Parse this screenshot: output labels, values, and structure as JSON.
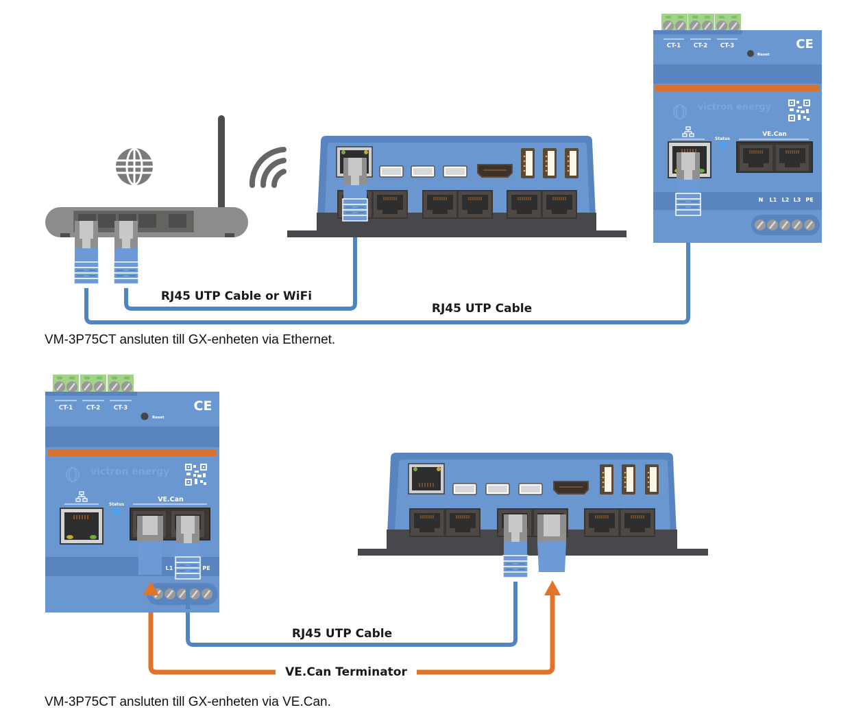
{
  "colors": {
    "device_blue": "#6b97d1",
    "device_blue_dark": "#5a84c0",
    "cable_blue": "#4f86c0",
    "plug_blue": "#6d9ad6",
    "orange": "#e2742a",
    "device_dark": "#47484b",
    "router_grey": "#8c8c8c",
    "terminal_green": "#a3d28a"
  },
  "diagram1": {
    "router": {
      "globe_icon": "globe-icon",
      "wifi_icon": "wifi-icon"
    },
    "cable_labels": {
      "router_to_gx": "RJ45 UTP Cable or WiFi",
      "router_to_meter": "RJ45 UTP Cable"
    },
    "meter": {
      "ct_labels": [
        "CT-1",
        "CT-2",
        "CT-3"
      ],
      "reset": "Reset",
      "ce": "CE",
      "brand": "victron energy",
      "status": "Status",
      "vecan": "VE.Can",
      "terminals": [
        "N",
        "L1",
        "L2",
        "L3",
        "PE"
      ]
    },
    "caption": "VM-3P75CT ansluten till GX-enheten via Ethernet."
  },
  "diagram2": {
    "meter": {
      "ct_labels": [
        "CT-1",
        "CT-2",
        "CT-3"
      ],
      "reset": "Reset",
      "ce": "CE",
      "brand": "victron energy",
      "status": "Status",
      "vecan": "VE.Can",
      "terminals_visible": [
        "L1",
        "PE"
      ]
    },
    "cable_labels": {
      "meter_to_gx": "RJ45 UTP Cable",
      "terminator": "VE.Can Terminator"
    },
    "caption": "VM-3P75CT ansluten till GX-enheten via VE.Can."
  }
}
